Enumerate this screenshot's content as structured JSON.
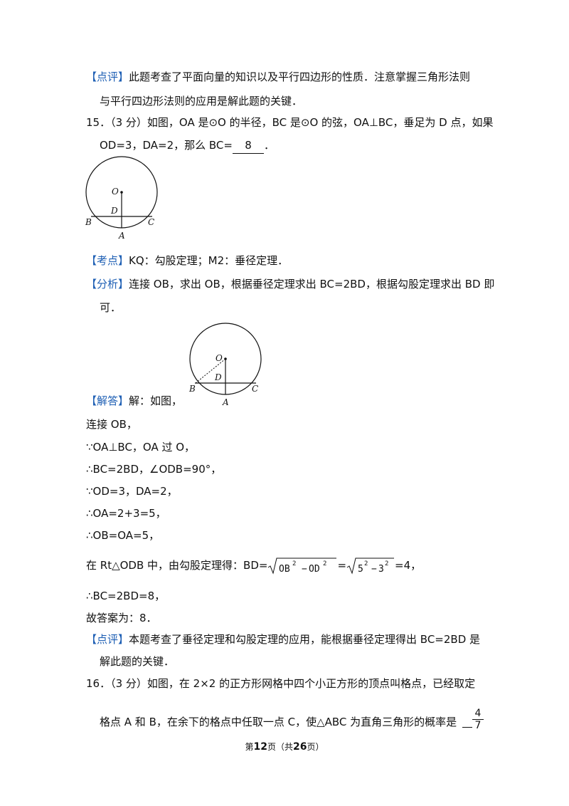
{
  "review1": {
    "tag": "【点评】",
    "line1": "此题考查了平面向量的知识以及平行四边形的性质．注意掌握三角形法则",
    "line2": "与平行四边形法则的应用是解此题的关键．"
  },
  "q15": {
    "line1": "15．（3 分）如图，OA 是⊙O 的半径，BC 是⊙O 的弦，OA⊥BC，垂足为 D 点，如果",
    "line2_pre": "OD=3，DA=2，那么 BC=",
    "answer": "8",
    "line2_post": "．",
    "fig_labels": {
      "O": "O",
      "D": "D",
      "B": "B",
      "C": "C",
      "A": "A"
    }
  },
  "kaodian": {
    "tag": "【考点】",
    "text": "KQ：勾股定理；M2：垂径定理．"
  },
  "fenxi": {
    "tag": "【分析】",
    "line1": "连接 OB，求出 OB，根据垂径定理求出 BC=2BD，根据勾股定理求出 BD 即",
    "line2": "可．"
  },
  "jieda": {
    "tag": "【解答】",
    "intro": "解：如图，",
    "fig_labels": {
      "O": "O",
      "D": "D",
      "B": "B",
      "C": "C",
      "A": "A"
    },
    "steps": [
      "连接 OB，",
      "∵OA⊥BC，OA 过 O，",
      "∴BC=2BD，∠ODB=90°，",
      "∵OD=3，DA=2，",
      "∴OA=2+3=5，",
      "∴OB=OA=5，"
    ],
    "rt_pre": "在 Rt△ODB 中，由勾股定理得：BD=",
    "rad1": {
      "a": "OB",
      "e1": "2",
      "op": "−",
      "b": "OD",
      "e2": "2"
    },
    "eq": "=",
    "rad2": {
      "a": "5",
      "e1": "2",
      "op": "−",
      "b": "3",
      "e2": "2"
    },
    "rt_post": "=4，",
    "step_bc": "∴BC=2BD=8，",
    "answer_line": "故答案为：8．"
  },
  "review2": {
    "tag": "【点评】",
    "line1": "本题考查了垂径定理和勾股定理的应用，能根据垂径定理得出 BC=2BD 是",
    "line2": "解此题的关键．"
  },
  "q16": {
    "line1": "16．（3 分）如图，在 2×2 的正方形网格中四个小正方形的顶点叫格点，已经取定",
    "line2": "格点 A 和 B，在余下的格点中任取一点 C，使△ABC 为直角三角形的概率是",
    "num": "4",
    "den": "7"
  },
  "footer": {
    "pre": "第",
    "page": "12",
    "mid": "页（共",
    "total": "26",
    "post": "页）"
  }
}
